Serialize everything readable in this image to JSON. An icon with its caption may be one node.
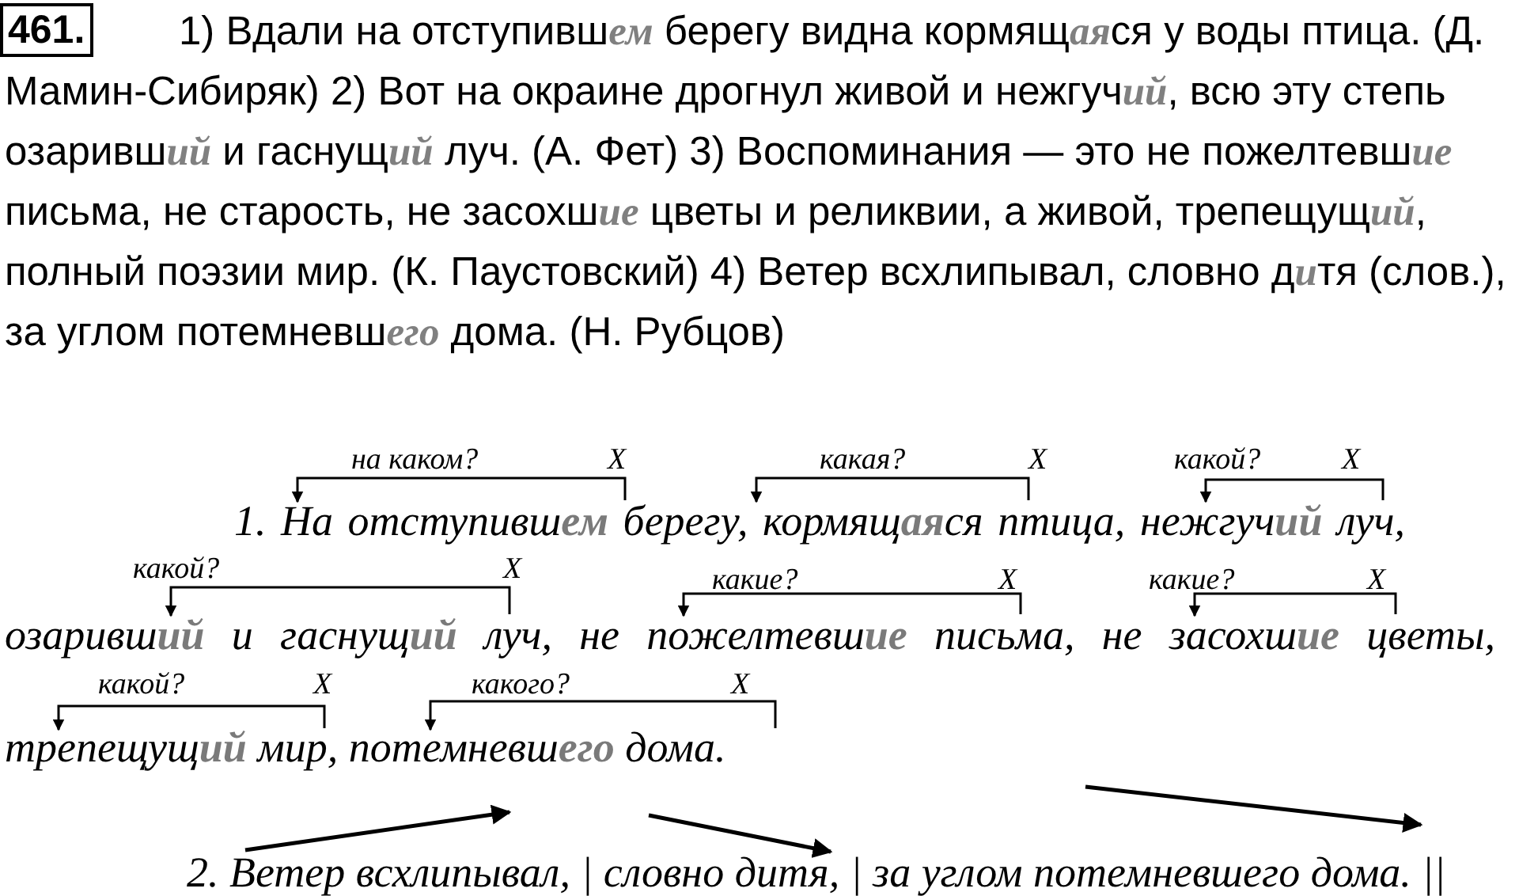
{
  "diagram": {
    "labels": [
      "461.",
      "1) Вдали на отступивш**ем** берегу видна кормящ**ая**ся у воды птица. (Д. Мамин-Сибиряк) 2) Вот на окраине дрогнул живой и нежгуч**ий**, всю эту степь озаривш**ий** и гаснущ**ий** луч. (А. Фет) 3) Воспоминания — это не пожелтевш**ие** письма, не старость, не засохш**ие** цветы и реликвии, а живой, трепещущ**ий**, полный поэзии мир. (К. Паустовский) 4) Ветер всхлипывал, словно д**и**тя (слов.), за углом потемневш**его** дома. (Н. Рубцов)",
      "на каком?",
      "X",
      "какая?",
      "X",
      "какой?",
      "X",
      "1. На отступивш**ем** берегу, кормящ**ая**ся птица, нежгуч**ий** луч,",
      "какой?",
      "X",
      "какие?",
      "X",
      "какие?",
      "X",
      "озаривш**ий** и гаснущ**ий** луч, не пожелтевш**ие** письма, не засохш**ие** цветы,",
      "какой?",
      "X",
      "какого?",
      "X",
      "трепещущ**ий** мир, потемневш**его** дома.",
      "2. Ветер всхлипывал, | словно дитя, | за углом потемневшего дома. ||"
    ]
  }
}
